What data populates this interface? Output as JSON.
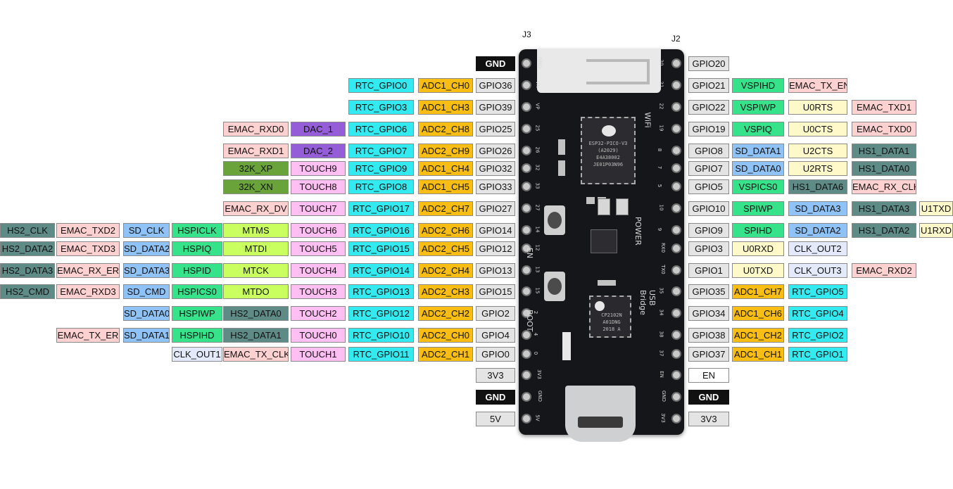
{
  "header_labels": {
    "left_connector": "J3",
    "right_connector": "J2"
  },
  "colors": {
    "black": "#111111",
    "gray": "#e4e4e4",
    "cyan": "#33eaf0",
    "orange": "#f9bd13",
    "peach": "#ffd1d1",
    "purple": "#955dd8",
    "olive": "#6aa33a",
    "pink": "#ffbff2",
    "lime": "#c9ff5f",
    "blue": "#8fc3f7",
    "green": "#37e38a",
    "teal": "#5f8b87",
    "cream": "#fff9c9",
    "lavender": "#e4eafc"
  },
  "left_rows": [
    [
      [
        "GND",
        "black"
      ]
    ],
    [
      [
        "GPIO36",
        "gray"
      ],
      [
        "ADC1_CH0",
        "orange"
      ],
      [
        "RTC_GPIO0",
        "cyan"
      ]
    ],
    [
      [
        "GPIO39",
        "gray"
      ],
      [
        "ADC1_CH3",
        "orange"
      ],
      [
        "RTC_GPIO3",
        "cyan"
      ]
    ],
    [
      [
        "GPIO25",
        "gray"
      ],
      [
        "ADC2_CH8",
        "orange"
      ],
      [
        "RTC_GPIO6",
        "cyan"
      ],
      [
        "DAC_1",
        "purple"
      ],
      [
        "EMAC_RXD0",
        "peach"
      ]
    ],
    [
      [
        "GPIO26",
        "gray"
      ],
      [
        "ADC2_CH9",
        "orange"
      ],
      [
        "RTC_GPIO7",
        "cyan"
      ],
      [
        "DAC_2",
        "purple"
      ],
      [
        "EMAC_RXD1",
        "peach"
      ]
    ],
    [
      [
        "GPIO32",
        "gray"
      ],
      [
        "ADC1_CH4",
        "orange"
      ],
      [
        "RTC_GPIO9",
        "cyan"
      ],
      [
        "TOUCH9",
        "pink"
      ],
      [
        "32K_XP",
        "olive"
      ]
    ],
    [
      [
        "GPIO33",
        "gray"
      ],
      [
        "ADC1_CH5",
        "orange"
      ],
      [
        "RTC_GPIO8",
        "cyan"
      ],
      [
        "TOUCH8",
        "pink"
      ],
      [
        "32K_XN",
        "olive"
      ]
    ],
    [
      [
        "GPIO27",
        "gray"
      ],
      [
        "ADC2_CH7",
        "orange"
      ],
      [
        "RTC_GPIO17",
        "cyan"
      ],
      [
        "TOUCH7",
        "pink"
      ],
      [
        "EMAC_RX_DV",
        "peach"
      ]
    ],
    [
      [
        "GPIO14",
        "gray"
      ],
      [
        "ADC2_CH6",
        "orange"
      ],
      [
        "RTC_GPIO16",
        "cyan"
      ],
      [
        "TOUCH6",
        "pink"
      ],
      [
        "MTMS",
        "lime"
      ],
      [
        "HSPICLK",
        "green"
      ],
      [
        "SD_CLK",
        "blue"
      ],
      [
        "EMAC_TXD2",
        "peach"
      ],
      [
        "HS2_CLK",
        "teal"
      ]
    ],
    [
      [
        "GPIO12",
        "gray"
      ],
      [
        "ADC2_CH5",
        "orange"
      ],
      [
        "RTC_GPIO15",
        "cyan"
      ],
      [
        "TOUCH5",
        "pink"
      ],
      [
        "MTDI",
        "lime"
      ],
      [
        "HSPIQ",
        "green"
      ],
      [
        "SD_DATA2",
        "blue"
      ],
      [
        "EMAC_TXD3",
        "peach"
      ],
      [
        "HS2_DATA2",
        "teal"
      ]
    ],
    [
      [
        "GPIO13",
        "gray"
      ],
      [
        "ADC2_CH4",
        "orange"
      ],
      [
        "RTC_GPIO14",
        "cyan"
      ],
      [
        "TOUCH4",
        "pink"
      ],
      [
        "MTCK",
        "lime"
      ],
      [
        "HSPID",
        "green"
      ],
      [
        "SD_DATA3",
        "blue"
      ],
      [
        "EMAC_RX_ER",
        "peach"
      ],
      [
        "HS2_DATA3",
        "teal"
      ]
    ],
    [
      [
        "GPIO15",
        "gray"
      ],
      [
        "ADC2_CH3",
        "orange"
      ],
      [
        "RTC_GPIO13",
        "cyan"
      ],
      [
        "TOUCH3",
        "pink"
      ],
      [
        "MTDO",
        "lime"
      ],
      [
        "HSPICS0",
        "green"
      ],
      [
        "SD_CMD",
        "blue"
      ],
      [
        "EMAC_RXD3",
        "peach"
      ],
      [
        "HS2_CMD",
        "teal"
      ]
    ],
    [
      [
        "GPIO2",
        "gray"
      ],
      [
        "ADC2_CH2",
        "orange"
      ],
      [
        "RTC_GPIO12",
        "cyan"
      ],
      [
        "TOUCH2",
        "pink"
      ],
      [
        "HS2_DATA0",
        "teal"
      ],
      [
        "HSPIWP",
        "green"
      ],
      [
        "SD_DATA0",
        "blue"
      ]
    ],
    [
      [
        "GPIO4",
        "gray"
      ],
      [
        "ADC2_CH0",
        "orange"
      ],
      [
        "RTC_GPIO10",
        "cyan"
      ],
      [
        "TOUCH0",
        "pink"
      ],
      [
        "HS2_DATA1",
        "teal"
      ],
      [
        "HSPIHD",
        "green"
      ],
      [
        "SD_DATA1",
        "blue"
      ],
      [
        "EMAC_TX_ER",
        "peach"
      ]
    ],
    [
      [
        "GPIO0",
        "gray"
      ],
      [
        "ADC2_CH1",
        "orange"
      ],
      [
        "RTC_GPIO11",
        "cyan"
      ],
      [
        "TOUCH1",
        "pink"
      ],
      [
        "EMAC_TX_CLK",
        "peach"
      ],
      [
        "CLK_OUT1",
        "lavender"
      ]
    ],
    [
      [
        "3V3",
        "gray"
      ]
    ],
    [
      [
        "GND",
        "black"
      ]
    ],
    [
      [
        "5V",
        "gray"
      ]
    ]
  ],
  "right_rows": [
    [
      [
        "GPIO20",
        "gray"
      ]
    ],
    [
      [
        "GPIO21",
        "gray"
      ],
      [
        "VSPIHD",
        "green"
      ],
      [
        "EMAC_TX_EN",
        "peach"
      ]
    ],
    [
      [
        "GPIO22",
        "gray"
      ],
      [
        "VSPIWP",
        "green"
      ],
      [
        "U0RTS",
        "cream"
      ],
      [
        "EMAC_TXD1",
        "peach"
      ]
    ],
    [
      [
        "GPIO19",
        "gray"
      ],
      [
        "VSPIQ",
        "green"
      ],
      [
        "U0CTS",
        "cream"
      ],
      [
        "EMAC_TXD0",
        "peach"
      ]
    ],
    [
      [
        "GPIO8",
        "gray"
      ],
      [
        "SD_DATA1",
        "blue"
      ],
      [
        "U2CTS",
        "cream"
      ],
      [
        "HS1_DATA1",
        "teal"
      ]
    ],
    [
      [
        "GPIO7",
        "gray"
      ],
      [
        "SD_DATA0",
        "blue"
      ],
      [
        "U2RTS",
        "cream"
      ],
      [
        "HS1_DATA0",
        "teal"
      ]
    ],
    [
      [
        "GPIO5",
        "gray"
      ],
      [
        "VSPICS0",
        "green"
      ],
      [
        "HS1_DATA6",
        "teal"
      ],
      [
        "EMAC_RX_CLK",
        "peach"
      ]
    ],
    [
      [
        "GPIO10",
        "gray"
      ],
      [
        "SPIWP",
        "green"
      ],
      [
        "SD_DATA3",
        "blue"
      ],
      [
        "HS1_DATA3",
        "teal"
      ],
      [
        "U1TXD",
        "cream"
      ]
    ],
    [
      [
        "GPIO9",
        "gray"
      ],
      [
        "SPIHD",
        "green"
      ],
      [
        "SD_DATA2",
        "blue"
      ],
      [
        "HS1_DATA2",
        "teal"
      ],
      [
        "U1RXD",
        "cream"
      ]
    ],
    [
      [
        "GPIO3",
        "gray"
      ],
      [
        "U0RXD",
        "cream"
      ],
      [
        "CLK_OUT2",
        "lavender"
      ]
    ],
    [
      [
        "GPIO1",
        "gray"
      ],
      [
        "U0TXD",
        "cream"
      ],
      [
        "CLK_OUT3",
        "lavender"
      ],
      [
        "EMAC_RXD2",
        "peach"
      ]
    ],
    [
      [
        "GPIO35",
        "gray"
      ],
      [
        "ADC1_CH7",
        "orange"
      ],
      [
        "RTC_GPIO5",
        "cyan"
      ]
    ],
    [
      [
        "GPIO34",
        "gray"
      ],
      [
        "ADC1_CH6",
        "orange"
      ],
      [
        "RTC_GPIO4",
        "cyan"
      ]
    ],
    [
      [
        "GPIO38",
        "gray"
      ],
      [
        "ADC1_CH2",
        "orange"
      ],
      [
        "RTC_GPIO2",
        "cyan"
      ]
    ],
    [
      [
        "GPIO37",
        "gray"
      ],
      [
        "ADC1_CH1",
        "orange"
      ],
      [
        "RTC_GPIO1",
        "cyan"
      ]
    ],
    [
      [
        "EN",
        "white"
      ]
    ],
    [
      [
        "GND",
        "black"
      ]
    ],
    [
      [
        "3V3",
        "gray"
      ]
    ]
  ],
  "board": {
    "left_pin_numbers": [
      "GND",
      "VN",
      "VP",
      "25",
      "26",
      "32",
      "33",
      "27",
      "14",
      "12",
      "13",
      "15",
      "2",
      "4",
      "0",
      "3V3",
      "GND",
      "5V"
    ],
    "right_pin_numbers": [
      "20",
      "21",
      "22",
      "19",
      "8",
      "7",
      "5",
      "10",
      "9",
      "RX0",
      "TX0",
      "35",
      "34",
      "38",
      "37",
      "EN",
      "GND",
      "3V3"
    ],
    "silk_wifi": "WiFi",
    "silk_power": "POWER",
    "silk_en": "EN",
    "silk_boot": "BOOT",
    "silk_usb": "USB Bridge",
    "module_lines": [
      "ESP32-PICO-V3",
      "(A2029)",
      "E4A38002",
      "JE01P03N96"
    ],
    "bridge_lines": [
      "CP2102N",
      "A01DNG",
      "2018 A"
    ]
  }
}
